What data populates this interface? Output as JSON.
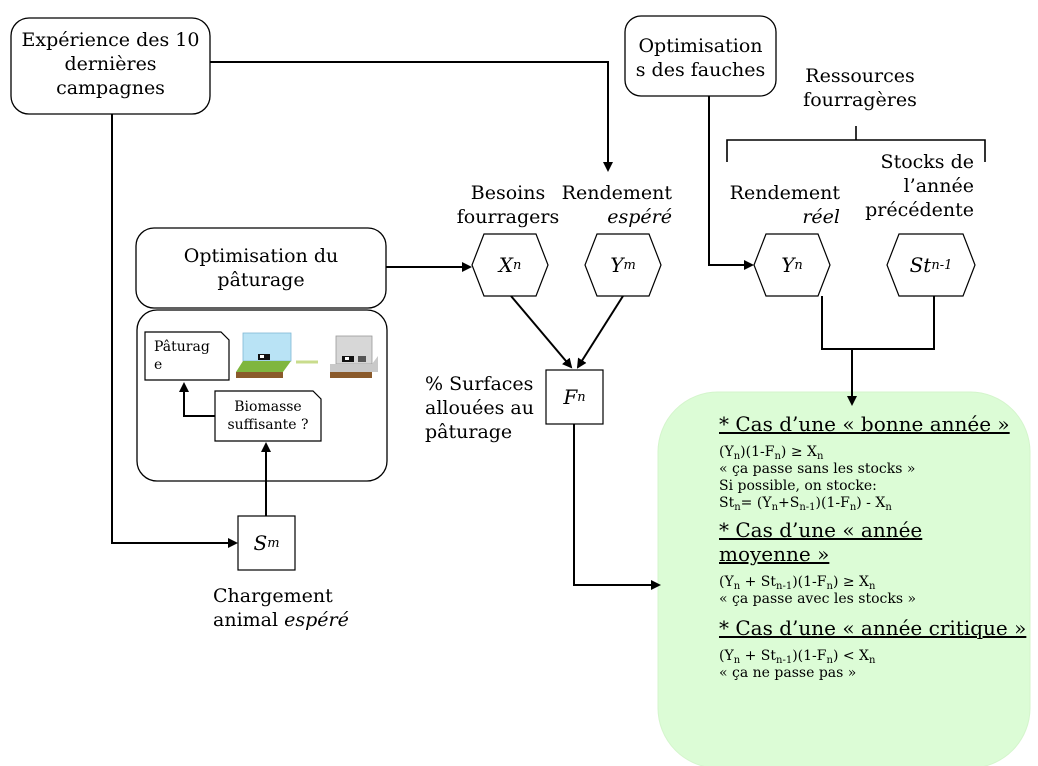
{
  "boxes": {
    "experience": [
      "Expérience des 10",
      "dernières",
      "campagnes"
    ],
    "optim_fauches": [
      "Optimisation",
      "s des fauches"
    ],
    "optim_paturage": [
      "Optimisation du",
      "pâturage"
    ],
    "paturage_small": [
      "Pâturag",
      "e"
    ],
    "biomasse": [
      "Biomasse",
      "suffisante ?"
    ]
  },
  "labels": {
    "ressources": [
      "Ressources",
      "fourragères"
    ],
    "besoins": [
      "Besoins",
      "fourragers"
    ],
    "rendement_espere": [
      "Rendement",
      "espéré"
    ],
    "rendement_reel": [
      "Rendement",
      "réel"
    ],
    "stocks": [
      "Stocks de",
      "l’année",
      "précédente"
    ],
    "surfaces": [
      "% Surfaces",
      "allouées au",
      "pâturage"
    ],
    "chargement": [
      "Chargement",
      "animal",
      "espéré"
    ]
  },
  "variables": {
    "x_n": "X",
    "x_n_sub": "n",
    "y_m": "Y",
    "y_m_sub": "m",
    "y_n": "Y",
    "y_n_sub": "n",
    "st": "St",
    "st_sub": "n-1",
    "f_n": "F",
    "f_n_sub": "n",
    "s_m": "S",
    "s_m_sub": "m"
  },
  "cases": {
    "bonne": {
      "title": "* Cas d’une « bonne année »",
      "line1_quote": "« ça passe sans les stocks »",
      "line2": "Si possible, on stocke:"
    },
    "moyenne": {
      "title1": "* Cas d’une « année",
      "title2": "moyenne »",
      "quote": "« ça passe avec les stocks »"
    },
    "critique": {
      "title": "* Cas d’une « année critique »",
      "quote": "« ça ne passe pas »"
    }
  },
  "colors": {
    "green_bg": "#dcfcd6",
    "green_border": "#d4f5cc",
    "line": "#000000"
  }
}
